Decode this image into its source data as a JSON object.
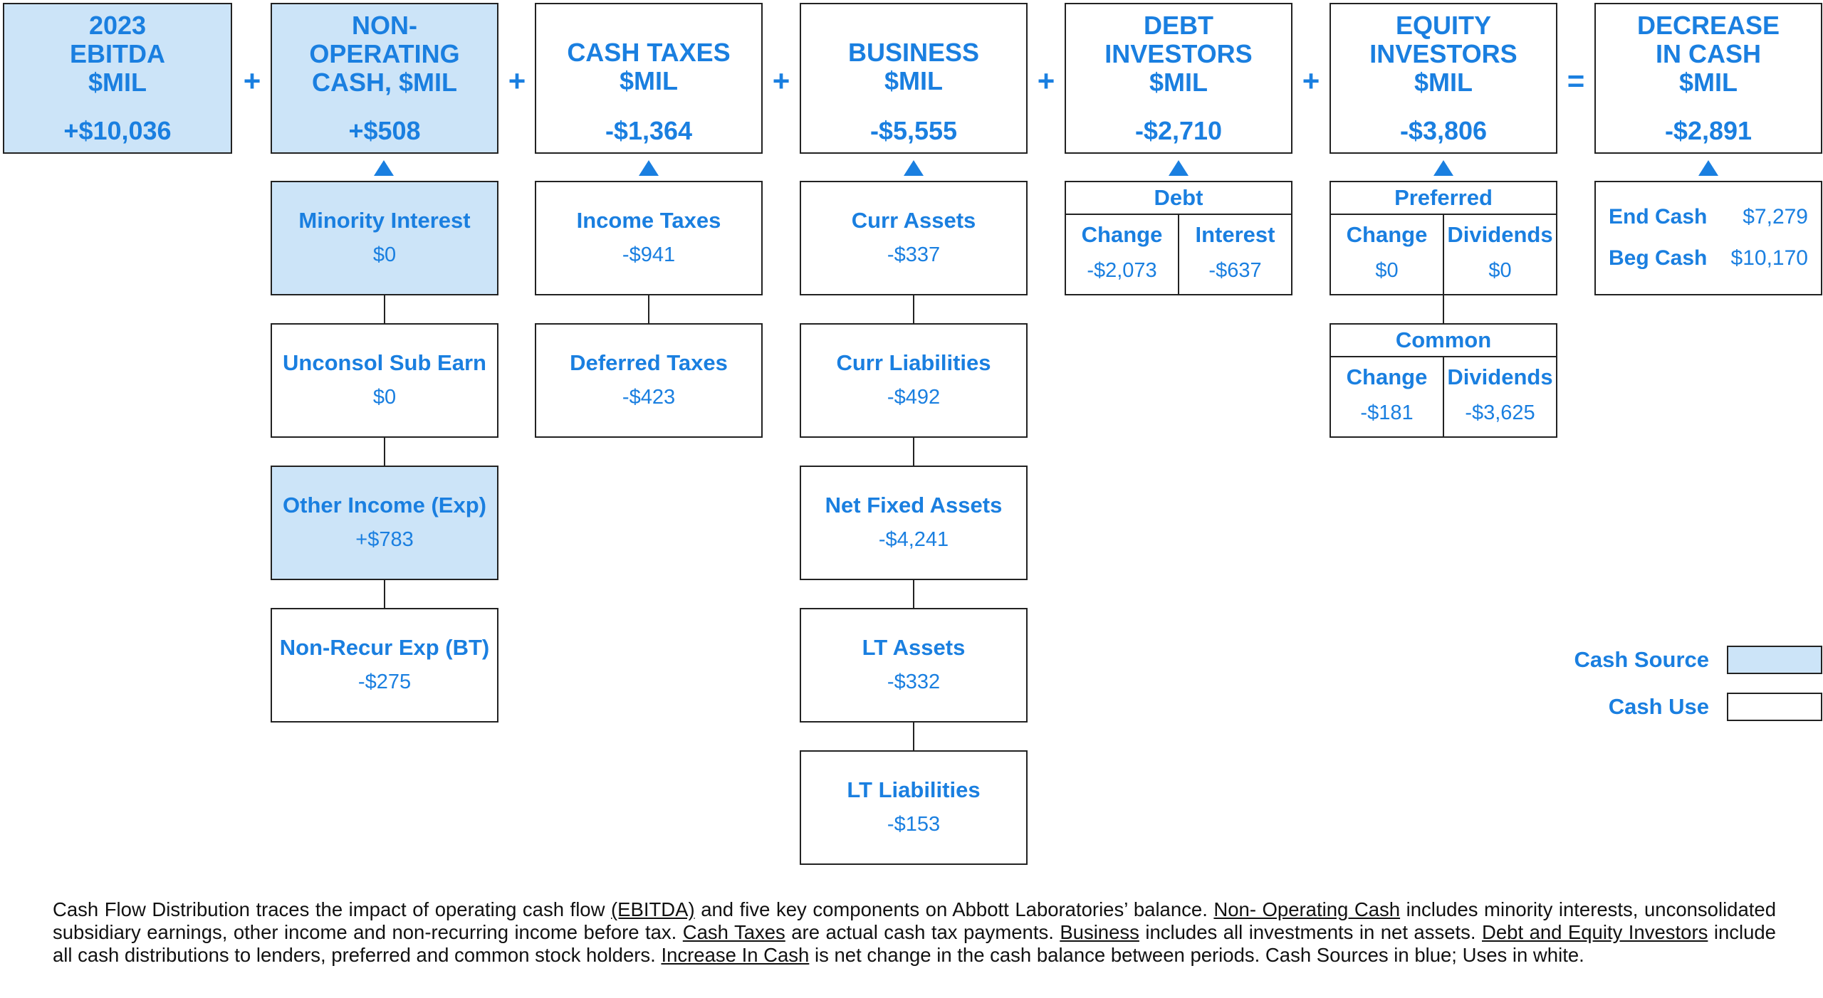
{
  "colors": {
    "accent": "#1a7fe0",
    "source_fill": "#cce4f8",
    "use_fill": "#ffffff",
    "border": "#222222"
  },
  "operators": {
    "plus": "+",
    "equals": "="
  },
  "headers": [
    {
      "title": "2023\nEBITDA\n$MIL",
      "value": "+$10,036",
      "type": "source"
    },
    {
      "title": "NON-\nOPERATING\nCASH, $MIL",
      "value": "+$508",
      "type": "source"
    },
    {
      "title": "CASH TAXES\n$MIL",
      "value": "-$1,364",
      "type": "use"
    },
    {
      "title": "BUSINESS\n$MIL",
      "value": "-$5,555",
      "type": "use"
    },
    {
      "title": "DEBT\nINVESTORS\n$MIL",
      "value": "-$2,710",
      "type": "use"
    },
    {
      "title": "EQUITY\nINVESTORS\n$MIL",
      "value": "-$3,806",
      "type": "use"
    },
    {
      "title": "DECREASE\nIN CASH\n$MIL",
      "value": "-$2,891",
      "type": "use"
    }
  ],
  "non_operating": [
    {
      "label": "Minority Interest",
      "value": "$0",
      "type": "source"
    },
    {
      "label": "Unconsol Sub Earn",
      "value": "$0",
      "type": "use"
    },
    {
      "label": "Other Income (Exp)",
      "value": "+$783",
      "type": "source"
    },
    {
      "label": "Non-Recur Exp (BT)",
      "value": "-$275",
      "type": "use"
    }
  ],
  "cash_taxes": [
    {
      "label": "Income Taxes",
      "value": "-$941"
    },
    {
      "label": "Deferred Taxes",
      "value": "-$423"
    }
  ],
  "business": [
    {
      "label": "Curr Assets",
      "value": "-$337"
    },
    {
      "label": "Curr Liabilities",
      "value": "-$492"
    },
    {
      "label": "Net Fixed Assets",
      "value": "-$4,241"
    },
    {
      "label": "LT Assets",
      "value": "-$332"
    },
    {
      "label": "LT Liabilities",
      "value": "-$153"
    }
  ],
  "debt": {
    "title": "Debt",
    "change_label": "Change",
    "change_value": "-$2,073",
    "interest_label": "Interest",
    "interest_value": "-$637"
  },
  "equity": {
    "preferred": {
      "title": "Preferred",
      "change_label": "Change",
      "change_value": "$0",
      "dividends_label": "Dividends",
      "dividends_value": "$0"
    },
    "common": {
      "title": "Common",
      "change_label": "Change",
      "change_value": "-$181",
      "dividends_label": "Dividends",
      "dividends_value": "-$3,625"
    }
  },
  "cash": {
    "end_label": "End Cash",
    "end_value": "$7,279",
    "beg_label": "Beg Cash",
    "beg_value": "$10,170"
  },
  "legend": {
    "source_label": "Cash Source",
    "use_label": "Cash Use"
  },
  "footer": {
    "t1": "Cash Flow Distribution traces the impact of operating cash flow ",
    "u1": "(EBITDA)",
    "t2": " and five key components on Abbott Laboratories’ balance. ",
    "u2": "Non- Operating Cash",
    "t3": " includes minority interests, unconsolidated subsidiary earnings, other income and non-recurring income before tax. ",
    "u3": "Cash Taxes",
    "t4": " are actual cash tax payments. ",
    "u4": "Business",
    "t5": " includes all investments in net assets. ",
    "u5": "Debt and Equity Investors",
    "t6": " include all cash distributions to lenders, preferred and common stock holders. ",
    "u6": "Increase In Cash",
    "t7": " is net change in the cash balance between periods. Cash Sources in blue; Uses in white."
  }
}
